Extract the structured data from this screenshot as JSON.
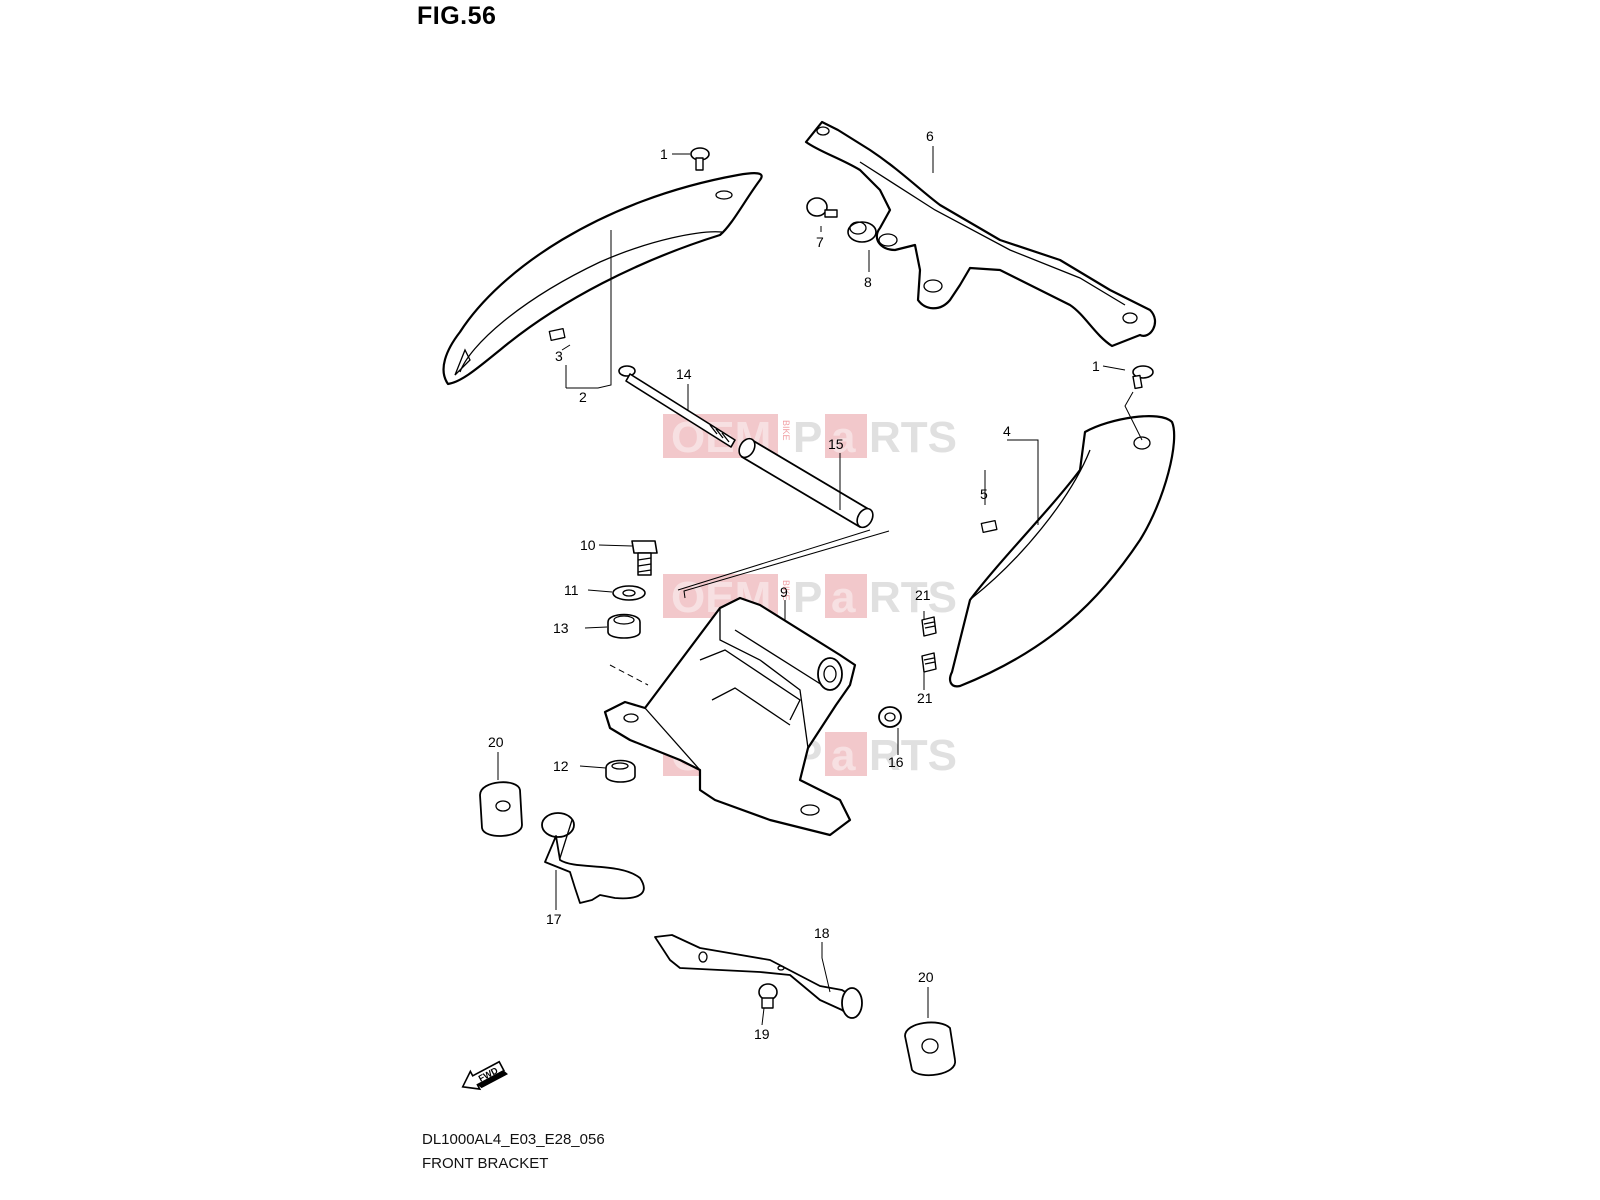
{
  "figure": {
    "title": "FIG.56",
    "model_code": "DL1000AL4_E03_E28_056",
    "assembly_name": "FRONT BRACKET"
  },
  "watermark": {
    "left_text": "OEM",
    "vertical_text": "BIKE",
    "accent_letter": "a",
    "parts": [
      "P",
      "RTS"
    ],
    "color": "#e23b44"
  },
  "callouts": {
    "c1a": "1",
    "c1b": "1",
    "c2": "2",
    "c3": "3",
    "c4": "4",
    "c5": "5",
    "c6": "6",
    "c7": "7",
    "c8": "8",
    "c9": "9",
    "c10": "10",
    "c11": "11",
    "c12": "12",
    "c13": "13",
    "c14": "14",
    "c15": "15",
    "c16": "16",
    "c17": "17",
    "c18": "18",
    "c19": "19",
    "c20a": "20",
    "c20b": "20",
    "c21a": "21",
    "c21b": "21"
  },
  "fwd_label": "FWD"
}
